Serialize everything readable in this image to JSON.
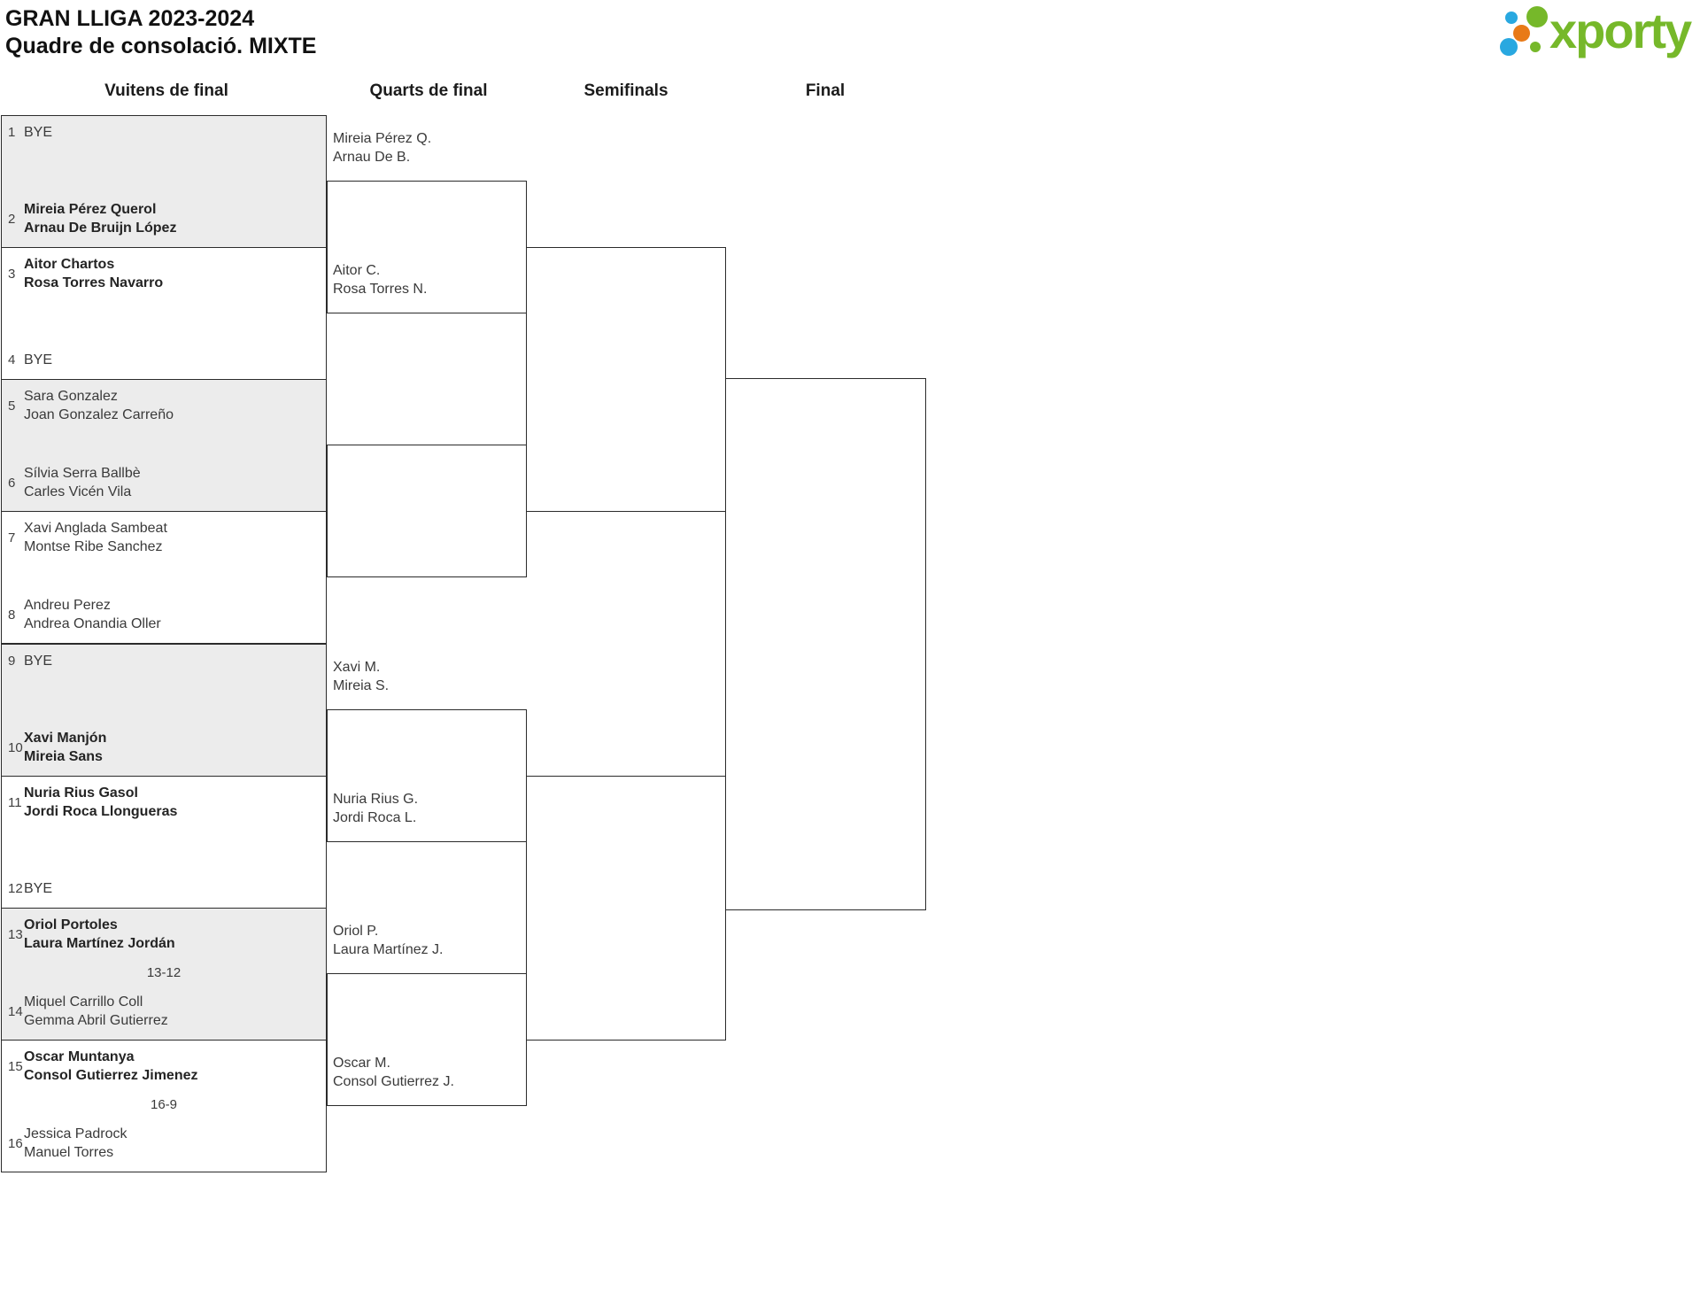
{
  "header": {
    "title": "GRAN LLIGA 2023-2024",
    "subtitle": "Quadre de consolació. MIXTE"
  },
  "logo": {
    "brand": "xporty",
    "colors": {
      "green": "#76b82a",
      "blue": "#29a8e0",
      "orange": "#e87a18"
    }
  },
  "rounds": [
    "Vuitens de final",
    "Quarts de final",
    "Semifinals",
    "Final"
  ],
  "bracket": {
    "r16": [
      {
        "top": {
          "seed": "1",
          "name1": "BYE",
          "name2": ""
        },
        "bottom": {
          "seed": "2",
          "name1": "Mireia Pérez Querol",
          "name2": "Arnau De Bruijn López"
        },
        "score": ""
      },
      {
        "top": {
          "seed": "3",
          "name1": "Aitor Chartos",
          "name2": "Rosa Torres Navarro"
        },
        "bottom": {
          "seed": "4",
          "name1": "BYE",
          "name2": ""
        },
        "score": ""
      },
      {
        "top": {
          "seed": "5",
          "name1": "Sara Gonzalez",
          "name2": "Joan Gonzalez Carreño"
        },
        "bottom": {
          "seed": "6",
          "name1": "Sílvia Serra Ballbè",
          "name2": "Carles Vicén Vila"
        },
        "score": ""
      },
      {
        "top": {
          "seed": "7",
          "name1": "Xavi Anglada Sambeat",
          "name2": "Montse Ribe Sanchez"
        },
        "bottom": {
          "seed": "8",
          "name1": "Andreu Perez",
          "name2": "Andrea Onandia Oller"
        },
        "score": ""
      },
      {
        "top": {
          "seed": "9",
          "name1": "BYE",
          "name2": ""
        },
        "bottom": {
          "seed": "10",
          "name1": "Xavi Manjón",
          "name2": "Mireia Sans"
        },
        "score": ""
      },
      {
        "top": {
          "seed": "11",
          "name1": "Nuria Rius Gasol",
          "name2": "Jordi Roca Llongueras"
        },
        "bottom": {
          "seed": "12",
          "name1": "BYE",
          "name2": ""
        },
        "score": ""
      },
      {
        "top": {
          "seed": "13",
          "name1": "Oriol Portoles",
          "name2": "Laura Martínez Jordán"
        },
        "bottom": {
          "seed": "14",
          "name1": "Miquel Carrillo Coll",
          "name2": "Gemma Abril Gutierrez"
        },
        "score": "13-12"
      },
      {
        "top": {
          "seed": "15",
          "name1": "Oscar Muntanya",
          "name2": "Consol Gutierrez Jimenez"
        },
        "bottom": {
          "seed": "16",
          "name1": "Jessica Padrock",
          "name2": "Manuel Torres"
        },
        "score": "16-9"
      }
    ],
    "qf_entrants": [
      {
        "name1": "Mireia Pérez Q.",
        "name2": "Arnau De B."
      },
      {
        "name1": "Aitor C.",
        "name2": "Rosa Torres N."
      },
      {
        "name1": "Xavi M.",
        "name2": "Mireia S."
      },
      {
        "name1": "Nuria Rius G.",
        "name2": "Jordi Roca L."
      },
      {
        "name1": "Oriol P.",
        "name2": "Laura Martínez J."
      },
      {
        "name1": "Oscar M.",
        "name2": "Consol Gutierrez J."
      }
    ]
  }
}
